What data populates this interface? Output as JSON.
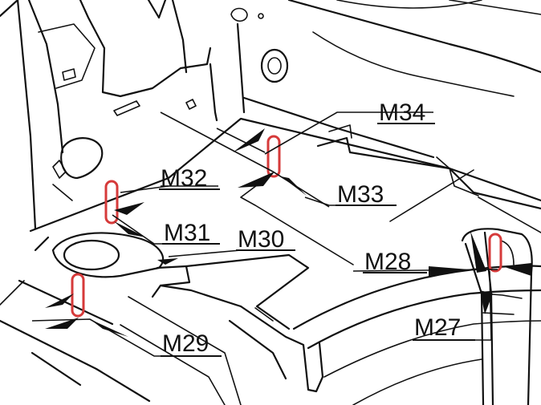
{
  "diagram": {
    "marker_color": "#d63a3a",
    "line_color": "#111111",
    "labels": {
      "m27": "M27",
      "m28": "M28",
      "m29": "M29",
      "m30": "M30",
      "m31": "M31",
      "m32": "M32",
      "m33": "M33",
      "m34": "M34"
    }
  }
}
